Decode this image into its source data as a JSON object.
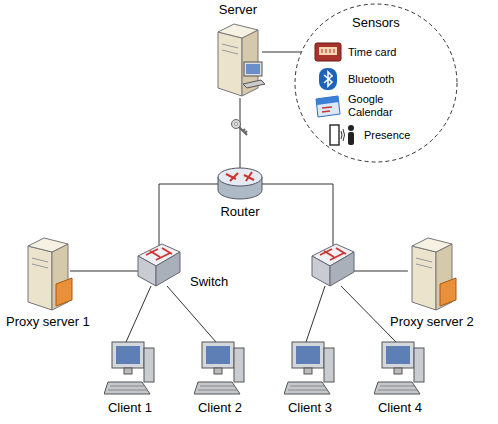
{
  "diagram": {
    "nodes": [
      {
        "text": [
          "Server"
        ]
      },
      {
        "text": [
          "Sensors"
        ]
      },
      {
        "text": [
          "Time card"
        ],
        "in": 1
      },
      {
        "text": [
          "Bluetooth"
        ],
        "in": 1
      },
      {
        "text": [
          "Google Calendar"
        ],
        "in": 1
      },
      {
        "text": [
          "Presence"
        ],
        "in": 1
      },
      {
        "text": [
          "Router"
        ]
      },
      {
        "text": [
          "Switch"
        ]
      },
      {
        "text": []
      },
      {
        "text": [
          "Proxy server 1"
        ]
      },
      {
        "text": [
          "Proxy server 2"
        ]
      },
      {
        "text": [
          "Client 1"
        ]
      },
      {
        "text": [
          "Client 2"
        ]
      },
      {
        "text": [
          "Client 3"
        ]
      },
      {
        "text": [
          "Client 4"
        ]
      }
    ],
    "edges": [
      {
        "from": 0,
        "to": 1,
        "arrow": "none"
      },
      {
        "from": 0,
        "to": 6,
        "arrow": "none"
      },
      {
        "from": 6,
        "to": 7,
        "arrow": "none"
      },
      {
        "from": 6,
        "to": 8,
        "arrow": "none"
      },
      {
        "from": 7,
        "to": 9,
        "arrow": "none"
      },
      {
        "from": 8,
        "to": 10,
        "arrow": "none"
      },
      {
        "from": 7,
        "to": 11,
        "arrow": "none"
      },
      {
        "from": 7,
        "to": 12,
        "arrow": "none"
      },
      {
        "from": 8,
        "to": 13,
        "arrow": "none"
      },
      {
        "from": 8,
        "to": 14,
        "arrow": "none"
      }
    ]
  }
}
